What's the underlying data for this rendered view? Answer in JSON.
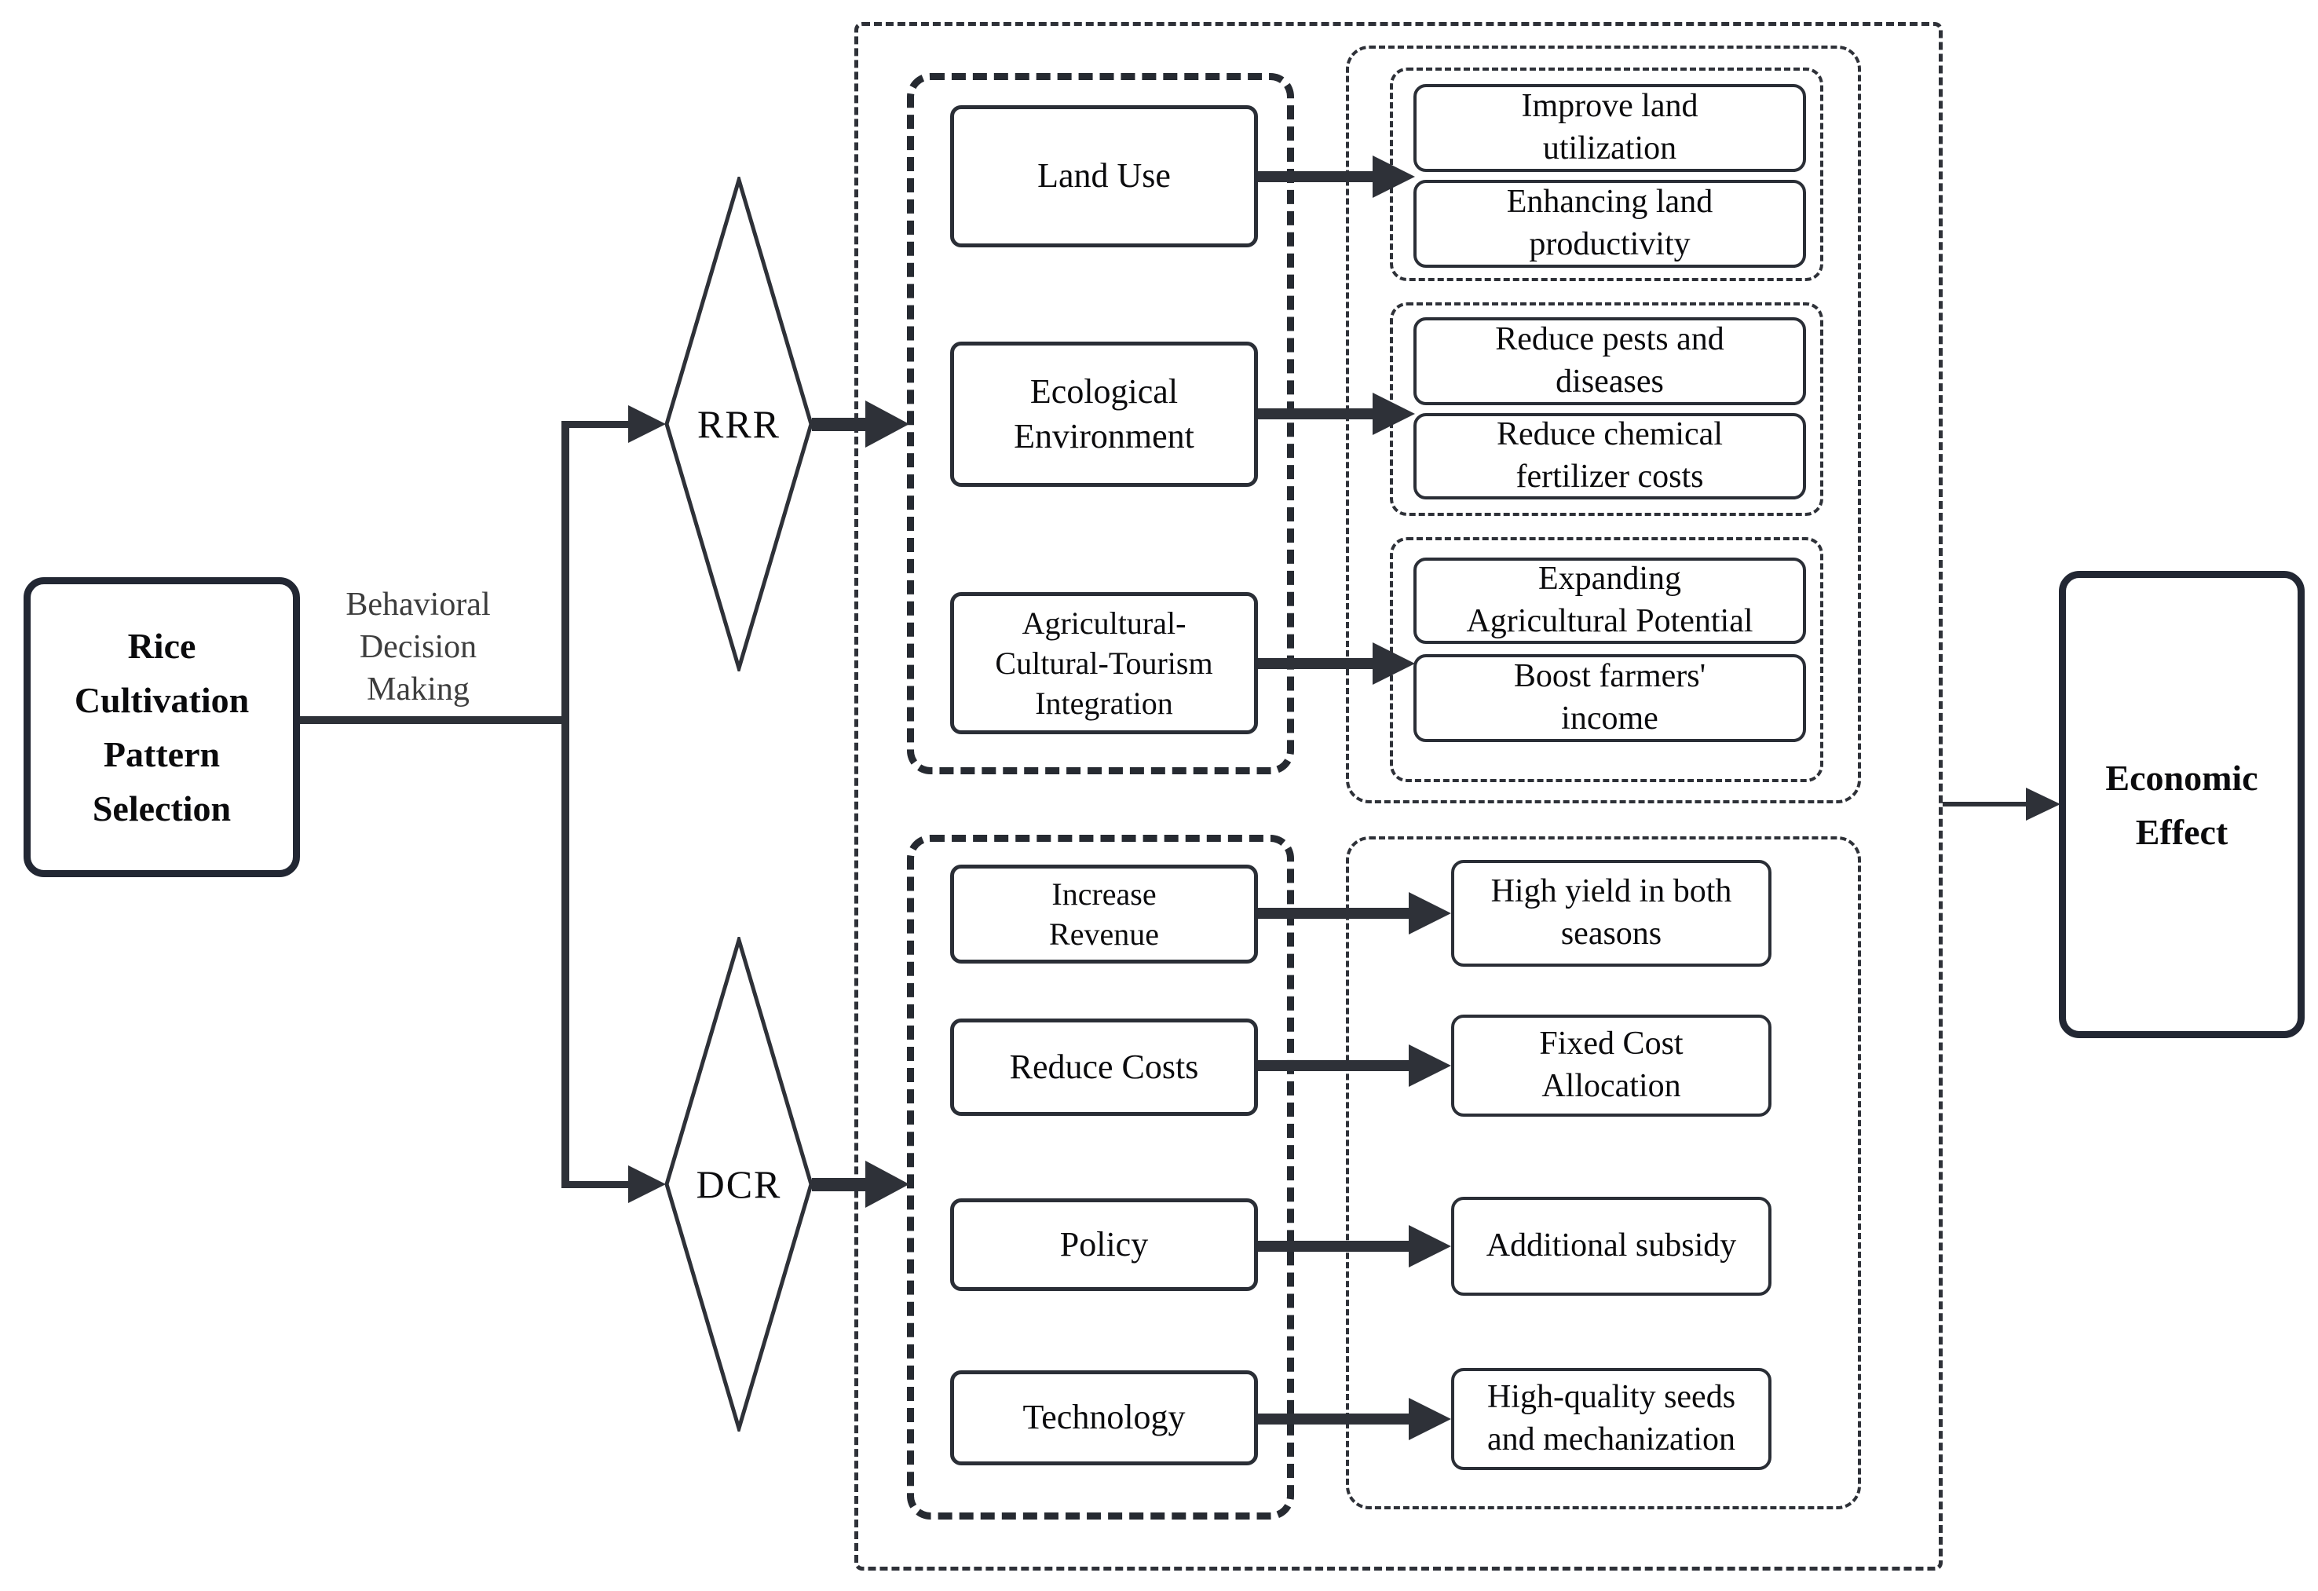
{
  "flowchart": {
    "start_label": "Rice\nCultivation\nPattern\nSelection",
    "edge_label": "Behavioral\nDecision\nMaking",
    "end_label": "Economic\nEffect",
    "rrr": {
      "decision_label": "RRR",
      "factors": [
        {
          "label": "Land Use",
          "outcomes": [
            "Improve land\nutilization",
            "Enhancing land\nproductivity"
          ]
        },
        {
          "label": "Ecological\nEnvironment",
          "outcomes": [
            "Reduce pests and\ndiseases",
            "Reduce chemical\nfertilizer costs"
          ]
        },
        {
          "label": "Agricultural-\nCultural-Tourism\nIntegration",
          "outcomes": [
            "Expanding\nAgricultural Potential",
            "Boost farmers'\nincome"
          ]
        }
      ]
    },
    "dcr": {
      "decision_label": "DCR",
      "factors": [
        {
          "label": "Increase\nRevenue",
          "outcome": "High yield in both\nseasons"
        },
        {
          "label": "Reduce Costs",
          "outcome": "Fixed Cost\nAllocation"
        },
        {
          "label": "Policy",
          "outcome": "Additional subsidy"
        },
        {
          "label": "Technology",
          "outcome": "High-quality seeds\nand mechanization"
        }
      ]
    },
    "colors": {
      "line": "#2e3138",
      "box_border": "#2a2e36",
      "text": "#0b0b0d",
      "edge_label_text": "#3d3d3d",
      "background": "#ffffff"
    }
  }
}
